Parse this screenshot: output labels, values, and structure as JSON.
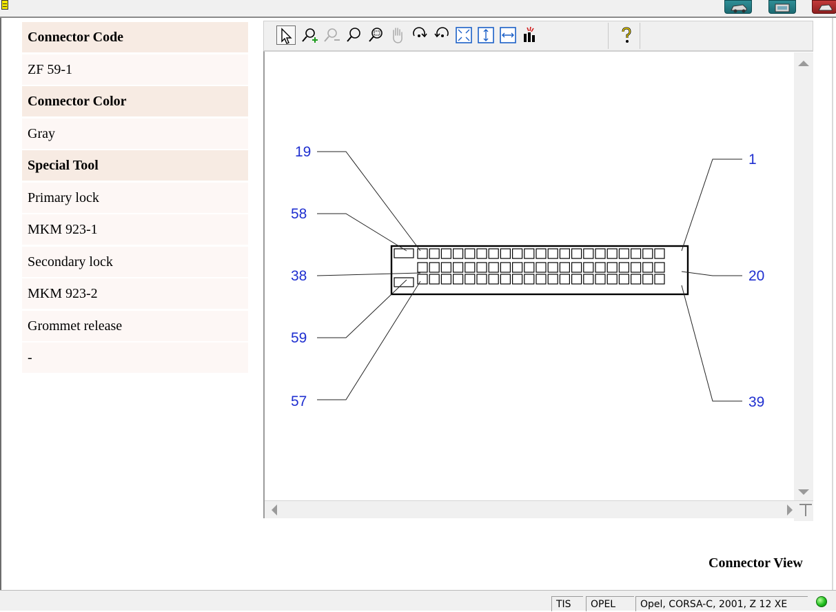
{
  "info_panel": {
    "rows": [
      {
        "kind": "header",
        "text": "Connector Code"
      },
      {
        "kind": "value",
        "text": "ZF 59-1"
      },
      {
        "kind": "header",
        "text": "Connector Color"
      },
      {
        "kind": "value",
        "text": "Gray"
      },
      {
        "kind": "header",
        "text": "Special Tool"
      },
      {
        "kind": "value",
        "text": "Primary lock"
      },
      {
        "kind": "value",
        "text": "MKM 923-1"
      },
      {
        "kind": "value",
        "text": "Secondary lock"
      },
      {
        "kind": "value",
        "text": "MKM 923-2"
      },
      {
        "kind": "value",
        "text": "Grommet release"
      },
      {
        "kind": "value",
        "text": "-"
      }
    ]
  },
  "toolbar": {
    "tools": [
      {
        "name": "select-arrow-icon",
        "active": true
      },
      {
        "name": "zoom-in-icon"
      },
      {
        "name": "zoom-out-icon"
      },
      {
        "name": "zoom-icon"
      },
      {
        "name": "zoom-window-icon"
      },
      {
        "name": "pan-hand-icon"
      },
      {
        "name": "rotate-right-icon"
      },
      {
        "name": "rotate-left-icon"
      },
      {
        "name": "fit-all-icon"
      },
      {
        "name": "fit-height-icon"
      },
      {
        "name": "fit-width-icon"
      },
      {
        "name": "highlight-icon"
      },
      {
        "name": "help-icon"
      }
    ]
  },
  "connector": {
    "pin_labels": {
      "top_left": "19",
      "upper_left": "58",
      "mid_left": "38",
      "lower_left": "59",
      "bottom_left": "57",
      "top_right": "1",
      "mid_right": "20",
      "bottom_right": "39"
    },
    "rows": 3,
    "cells_per_row": 21,
    "label_color": "#1f2fd0"
  },
  "view_title": "Connector View",
  "statusbar": {
    "system": "TIS",
    "brand": "OPEL",
    "vehicle": "Opel, CORSA-C, 2001, Z 12 XE",
    "status_color": "#1fbe1f"
  }
}
